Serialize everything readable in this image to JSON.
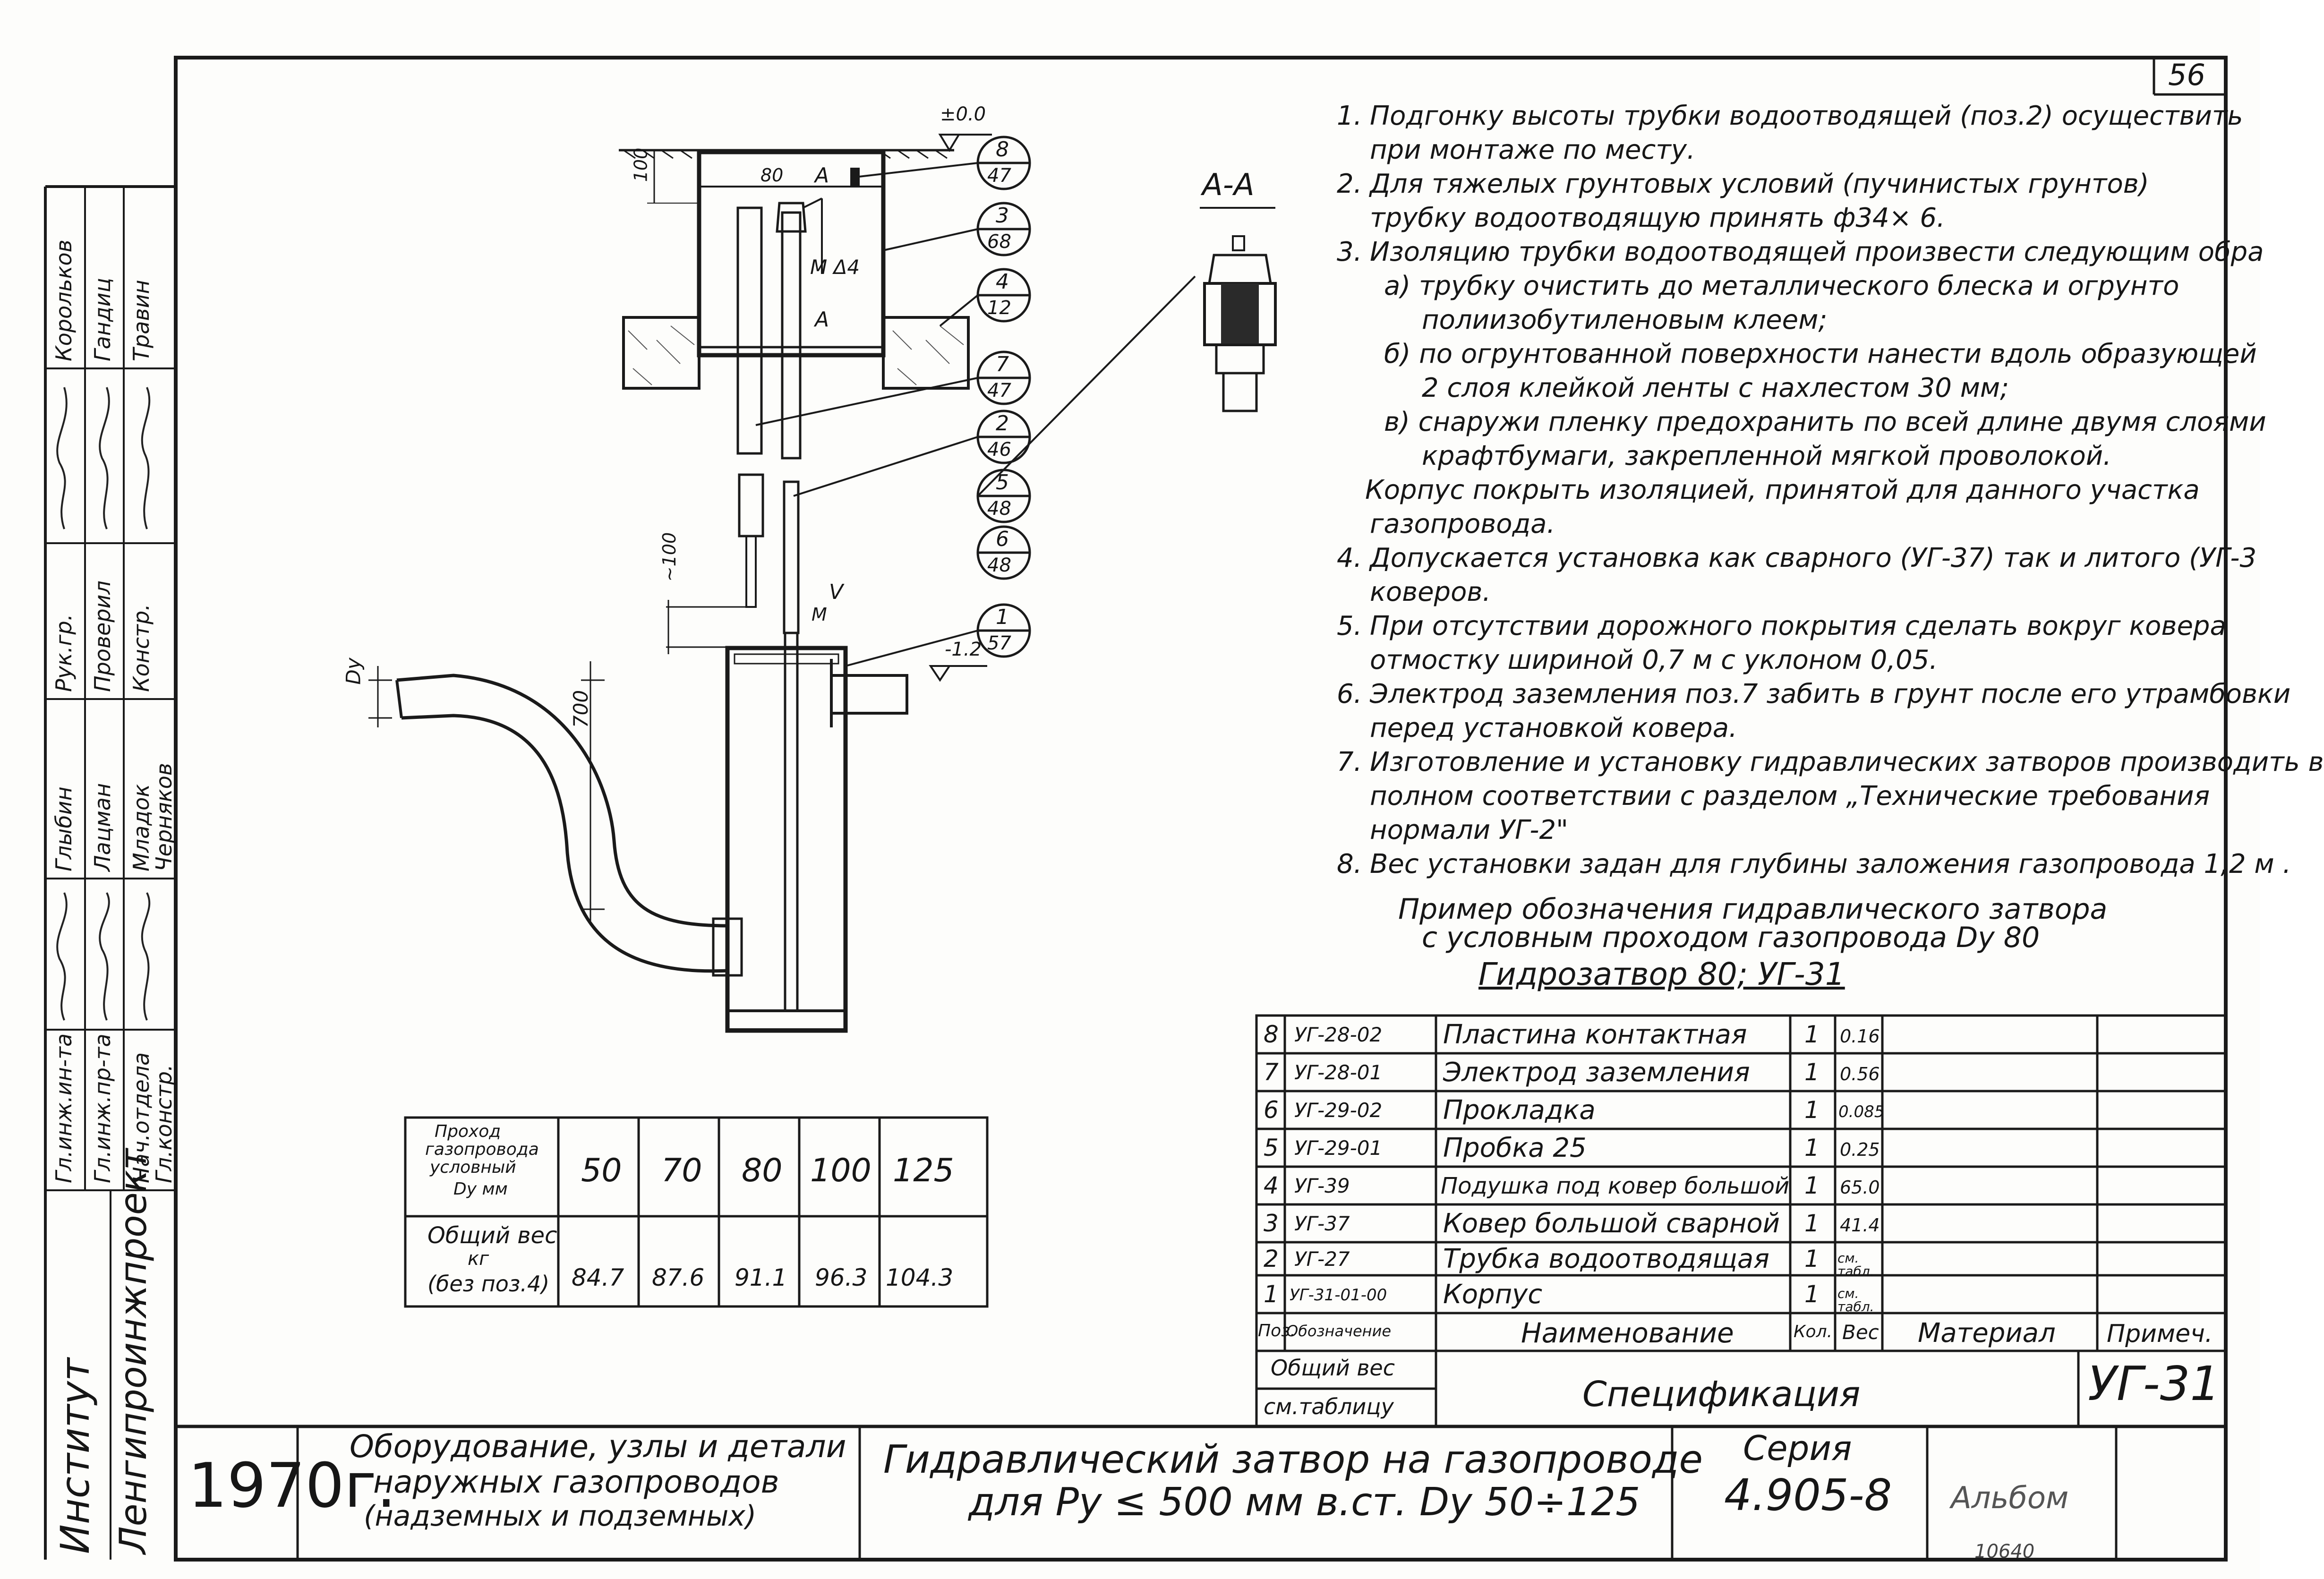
{
  "page_number": "56",
  "notes": [
    {
      "num": "1.",
      "lines": [
        "Подгонку высоты трубки водоотводящей (поз.2) осуществить",
        "при монтаже по месту."
      ]
    },
    {
      "num": "2.",
      "lines": [
        "Для тяжелых грунтовых условий (пучинистых грунтов)",
        "трубку водоотводящую принять ф34× 6."
      ]
    },
    {
      "num": "3.",
      "lines": [
        "Изоляцию трубки водоотводящей произвести следующим обра",
        "а) трубку очистить до металлического блеска и огрунто",
        "полиизобутиленовым клеем;",
        "б) по огрунтованной поверхности нанести вдоль образующей",
        "2 слоя клейкой ленты с нахлестом 30 мм;",
        "в) снаружи пленку предохранить по всей длине двумя слоями",
        "крафтбумаги, закрепленной мягкой проволокой.",
        "Корпус покрыть изоляцией, принятой для данного участка",
        "газопровода."
      ]
    },
    {
      "num": "4.",
      "lines": [
        "Допускается установка как сварного (УГ-37) так и литого (УГ-3",
        "коверов."
      ]
    },
    {
      "num": "5.",
      "lines": [
        "При отсутствии дорожного покрытия сделать вокруг ковера",
        "отмостку шириной 0,7 м с уклоном 0,05."
      ]
    },
    {
      "num": "6.",
      "lines": [
        "Электрод заземления поз.7 забить в грунт после его утрамбовки",
        "перед установкой ковера."
      ]
    },
    {
      "num": "7.",
      "lines": [
        "Изготовление и установку гидравлических затворов производить в",
        "полном соответствии с разделом „Технические требования",
        "нормали УГ-2\""
      ]
    },
    {
      "num": "8.",
      "lines": [
        "Вес установки задан для глубины заложения газопровода 1,2 м ."
      ]
    }
  ],
  "example": {
    "line1": "Пример обозначения гидравлического затвора",
    "line2": "с условным проходом газопровода Dу 80",
    "designation": "Гидрозатвор 80; УГ-31"
  },
  "drawing": {
    "section_label": "А-А",
    "level_top": "±0.0",
    "level_pipe": "-1.2",
    "dim_100_top": "100",
    "dim_80": "80",
    "cut_a": "А",
    "m_d4": "М Δ4",
    "dim_100_gap": "~100",
    "dim_700": "700",
    "dy_label": "Dу",
    "weld_v": "V",
    "weld_m": "М",
    "callouts": [
      {
        "pos": "8",
        "sheet": "47"
      },
      {
        "pos": "3",
        "sheet": "68"
      },
      {
        "pos": "4",
        "sheet": "12"
      },
      {
        "pos": "7",
        "sheet": "47"
      },
      {
        "pos": "2",
        "sheet": "46"
      },
      {
        "pos": "5",
        "sheet": "48"
      },
      {
        "pos": "6",
        "sheet": "48"
      },
      {
        "pos": "1",
        "sheet": "57"
      }
    ]
  },
  "weight_table": {
    "header_row1": [
      "Проход",
      "газопровода",
      "условный",
      "Dу мм"
    ],
    "header_row2": [
      "Общий вес",
      "кг",
      "(без поз.4)"
    ],
    "dy": [
      "50",
      "70",
      "80",
      "100",
      "125"
    ],
    "weight": [
      "84.7",
      "87.6",
      "91.1",
      "96.3",
      "104.3"
    ]
  },
  "spec": {
    "rows": [
      {
        "pos": "8",
        "code": "УГ-28-02",
        "name": "Пластина контактная",
        "qty": "1",
        "weight": "0.16",
        "material": "",
        "note": ""
      },
      {
        "pos": "7",
        "code": "УГ-28-01",
        "name": "Электрод заземления",
        "qty": "1",
        "weight": "0.56",
        "material": "",
        "note": ""
      },
      {
        "pos": "6",
        "code": "УГ-29-02",
        "name": "Прокладка",
        "qty": "1",
        "weight": "0.085",
        "material": "",
        "note": ""
      },
      {
        "pos": "5",
        "code": "УГ-29-01",
        "name": "Пробка 25",
        "qty": "1",
        "weight": "0.25",
        "material": "",
        "note": ""
      },
      {
        "pos": "4",
        "code": "УГ-39",
        "name": "Подушка под ковер большой",
        "qty": "1",
        "weight": "65.0",
        "material": "",
        "note": ""
      },
      {
        "pos": "3",
        "code": "УГ-37",
        "name": "Ковер большой сварной",
        "qty": "1",
        "weight": "41.4",
        "material": "",
        "note": ""
      },
      {
        "pos": "2",
        "code": "УГ-27",
        "name": "Трубка водоотводящая",
        "qty": "1",
        "weight": "см. табл.",
        "material": "",
        "note": ""
      },
      {
        "pos": "1",
        "code": "УГ-31-01-00",
        "name": "Корпус",
        "qty": "1",
        "weight": "см. табл.",
        "material": "",
        "note": ""
      }
    ],
    "headers": {
      "pos": "Поз.",
      "code": "Обозначение",
      "name": "Наименование",
      "qty": "Кол.",
      "weight": "Вес",
      "material": "Материал",
      "note": "Примеч."
    },
    "total_line1": "Общий вес",
    "total_line2": "см.таблицу",
    "title": "Спецификация",
    "code": "УГ-31"
  },
  "title_block": {
    "institute_label": "Институт",
    "institute_name": "Ленгипроинжпроект",
    "year": "1970г.",
    "subject_lines": [
      "Оборудование, узлы и детали",
      "наружных газопроводов",
      "(надземных и подземных)"
    ],
    "title_lines": [
      "Гидравлический затвор на газопроводе",
      "для Pу ≤ 500 мм в.ст. Dу 50÷125"
    ],
    "series_label": "Серия",
    "series_value": "4.905-8",
    "album": "Альбом",
    "sheet_ref": "10640"
  },
  "signatures": {
    "roles": [
      "Гл.инж.ин-та",
      "Гл.инж.пр-та",
      "Нач.отдела",
      "Гл.констр.",
      "Рук.гр.",
      "Проверил",
      "Констр."
    ],
    "names": [
      "Глыбин",
      "Лацман",
      "Младок",
      "Черняков",
      "Корольков",
      "Гандиц",
      "Травин"
    ]
  }
}
